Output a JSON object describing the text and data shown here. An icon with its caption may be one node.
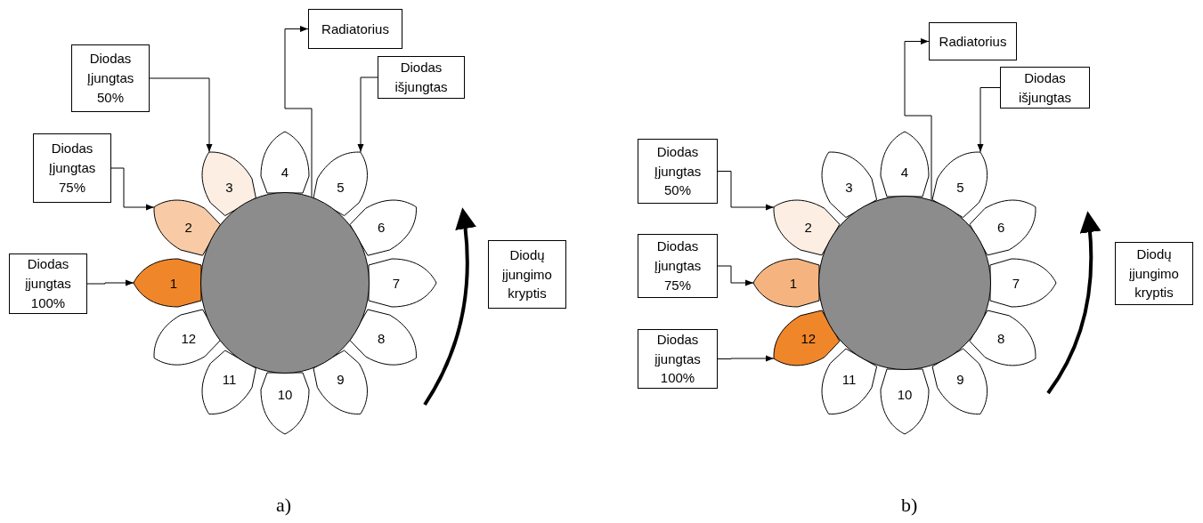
{
  "diagram": {
    "nodes": [
      {
        "text": [
          "Diodas Įjungtas 50%"
        ]
      },
      {
        "text": [
          "Radiatorius"
        ]
      },
      {
        "text": [
          "Diodas išjungtas"
        ]
      },
      {
        "text": [
          "Diodas Įjungtas 75%"
        ]
      },
      {
        "text": [
          "Diodas įjungtas 100%"
        ]
      },
      {
        "text": [
          "Diodų įjungimo kryptis"
        ]
      },
      {
        "text": [
          "1"
        ]
      },
      {
        "text": [
          "2"
        ]
      },
      {
        "text": [
          "3"
        ]
      },
      {
        "text": [
          "4"
        ]
      },
      {
        "text": [
          "5"
        ]
      },
      {
        "text": [
          "6"
        ]
      },
      {
        "text": [
          "7"
        ]
      },
      {
        "text": [
          "8"
        ]
      },
      {
        "text": [
          "9"
        ]
      },
      {
        "text": [
          "10"
        ]
      },
      {
        "text": [
          "11"
        ]
      },
      {
        "text": [
          "12"
        ]
      },
      {
        "text": [],
        "shape": "circle"
      },
      {
        "text": [
          "Radiatorius"
        ]
      },
      {
        "text": [
          "Diodas išjungtas"
        ]
      },
      {
        "text": [
          "Diodas Įjungtas 50%"
        ]
      },
      {
        "text": [
          "Diodas Įjungtas 75%"
        ]
      },
      {
        "text": [
          "Diodas įjungtas 100%"
        ]
      },
      {
        "text": [
          "Diodų įjungimo kryptis"
        ]
      },
      {
        "text": [
          "1"
        ]
      },
      {
        "text": [
          "2"
        ]
      },
      {
        "text": [
          "3"
        ]
      },
      {
        "text": [
          "4"
        ]
      },
      {
        "text": [
          "5"
        ]
      },
      {
        "text": [
          "6"
        ]
      },
      {
        "text": [
          "7"
        ]
      },
      {
        "text": [
          "8"
        ]
      },
      {
        "text": [
          "9"
        ]
      },
      {
        "text": [
          "10"
        ]
      },
      {
        "text": [
          "11"
        ]
      },
      {
        "text": [
          "12"
        ]
      },
      {
        "text": [],
        "shape": "circle"
      }
    ],
    "edges": [
      {
        "from": 0,
        "to": 8,
        "arrow": "to"
      },
      {
        "from": 3,
        "to": 7,
        "arrow": "to"
      },
      {
        "from": 4,
        "to": 6,
        "arrow": "to"
      },
      {
        "from": 18,
        "to": 1,
        "arrow": "to"
      },
      {
        "from": 2,
        "to": 10,
        "arrow": "to"
      },
      {
        "from": 21,
        "to": 26,
        "arrow": "to"
      },
      {
        "from": 22,
        "to": 25,
        "arrow": "to"
      },
      {
        "from": 23,
        "to": 36,
        "arrow": "to"
      },
      {
        "from": 37,
        "to": 19,
        "arrow": "to"
      },
      {
        "from": 20,
        "to": 29,
        "arrow": "to"
      }
    ],
    "labels": [
      "a)",
      "b)"
    ]
  }
}
